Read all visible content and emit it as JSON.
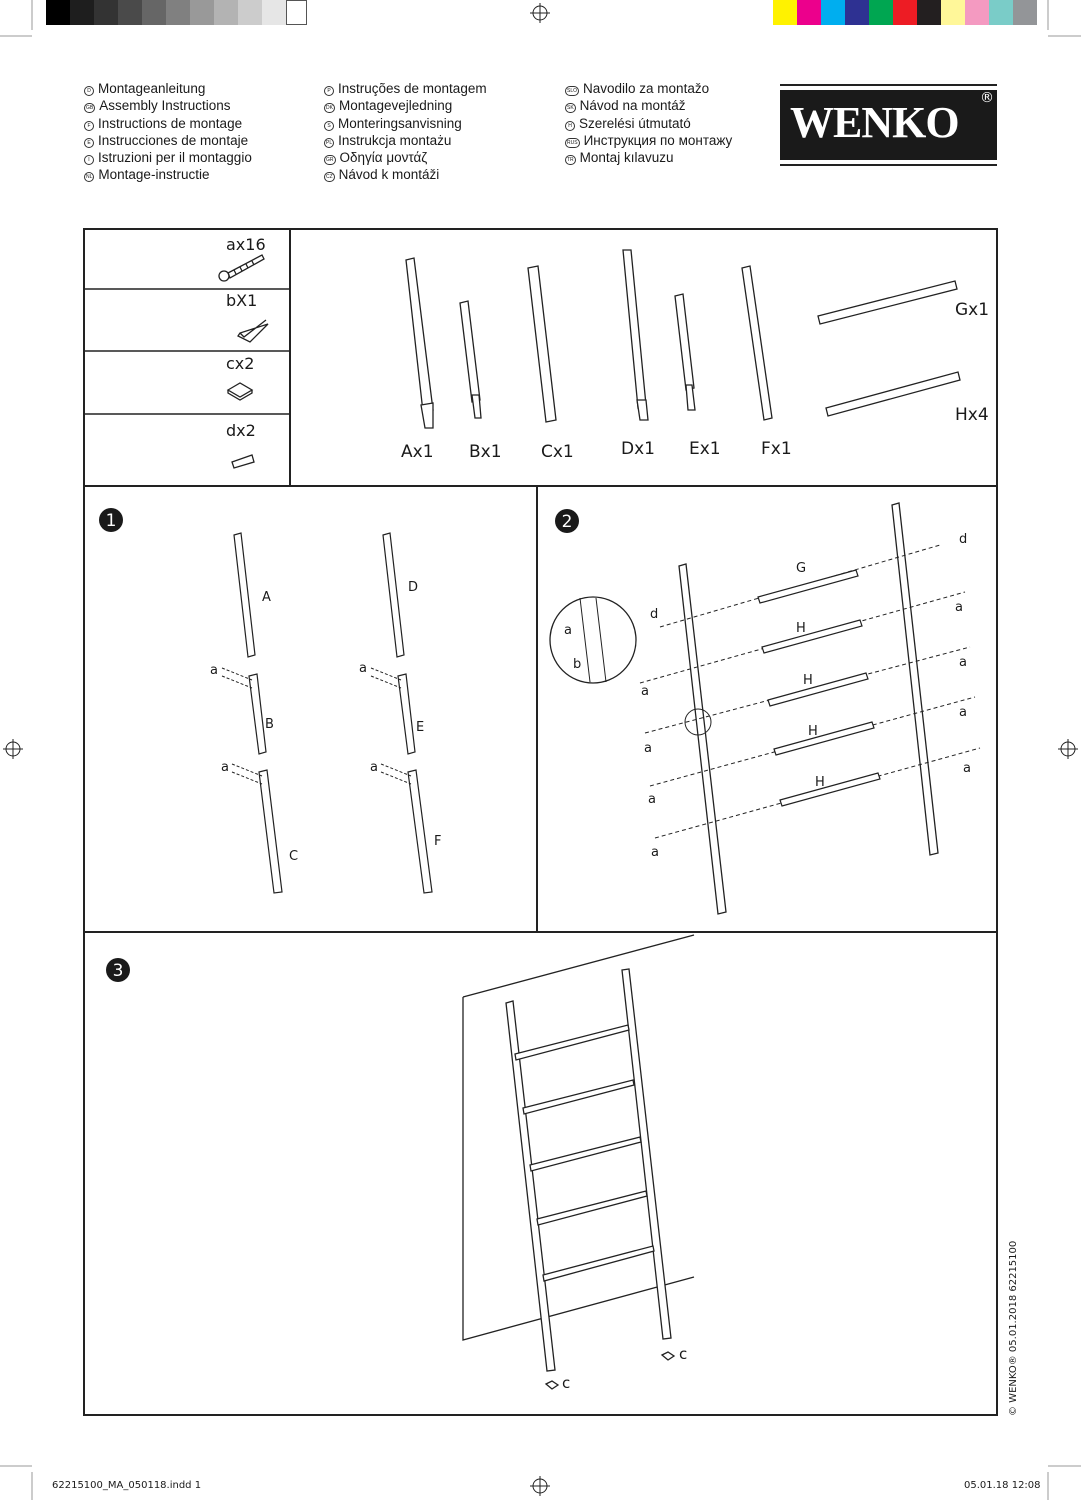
{
  "languages": {
    "col1": [
      {
        "code": "D",
        "label": "Montageanleitung"
      },
      {
        "code": "GB",
        "label": "Assembly Instructions"
      },
      {
        "code": "F",
        "label": "Instructions de montage"
      },
      {
        "code": "E",
        "label": "Instrucciones de montaje"
      },
      {
        "code": "I",
        "label": "Istruzioni per il montaggio"
      },
      {
        "code": "NL",
        "label": "Montage-instructie"
      }
    ],
    "col2": [
      {
        "code": "P",
        "label": "Instruções de montagem"
      },
      {
        "code": "DK",
        "label": "Montagevejledning"
      },
      {
        "code": "S",
        "label": "Monteringsanvisning"
      },
      {
        "code": "PL",
        "label": "Instrukcja montażu"
      },
      {
        "code": "GR",
        "label": "Οδηγία μοντάζ"
      },
      {
        "code": "CZ",
        "label": "Návod k montáži"
      }
    ],
    "col3": [
      {
        "code": "SLO",
        "label": "Navodilo za montažo"
      },
      {
        "code": "SK",
        "label": "Návod na montáž"
      },
      {
        "code": "H",
        "label": "Szerelési útmutató"
      },
      {
        "code": "RUS",
        "label": "Инструкция по монтажу"
      },
      {
        "code": "TR",
        "label": "Montaj kılavuzu"
      }
    ]
  },
  "logo": {
    "text": "WENKO",
    "reg": "®"
  },
  "hardware": [
    {
      "label": "ax16",
      "icon": "screw"
    },
    {
      "label": "bX1",
      "icon": "allen-key"
    },
    {
      "label": "cx2",
      "icon": "pad"
    },
    {
      "label": "dx2",
      "icon": "wall-plug"
    }
  ],
  "parts": [
    "Ax1",
    "Bx1",
    "Cx1",
    "Dx1",
    "Ex1",
    "Fx1",
    "Gx1",
    "Hx4"
  ],
  "step1": {
    "number": "1",
    "labels": [
      "A",
      "B",
      "C",
      "D",
      "E",
      "F"
    ],
    "screw": "a"
  },
  "step2": {
    "number": "2",
    "G": "G",
    "H": "H",
    "a": "a",
    "b": "b",
    "d": "d"
  },
  "step3": {
    "number": "3",
    "c": "c"
  },
  "side_note": "© WENKO® 05.01.2018  62215100",
  "footer": {
    "file": "62215100_MA_050118.indd   1",
    "date": "05.01.18   12:08"
  },
  "colors": {
    "swatches": [
      "#fff200",
      "#ec008c",
      "#00aeef",
      "#2e3192",
      "#00a651",
      "#ed1c24",
      "#231f20",
      "#fff799",
      "#f49ac1",
      "#7accc8",
      "#939598"
    ]
  }
}
